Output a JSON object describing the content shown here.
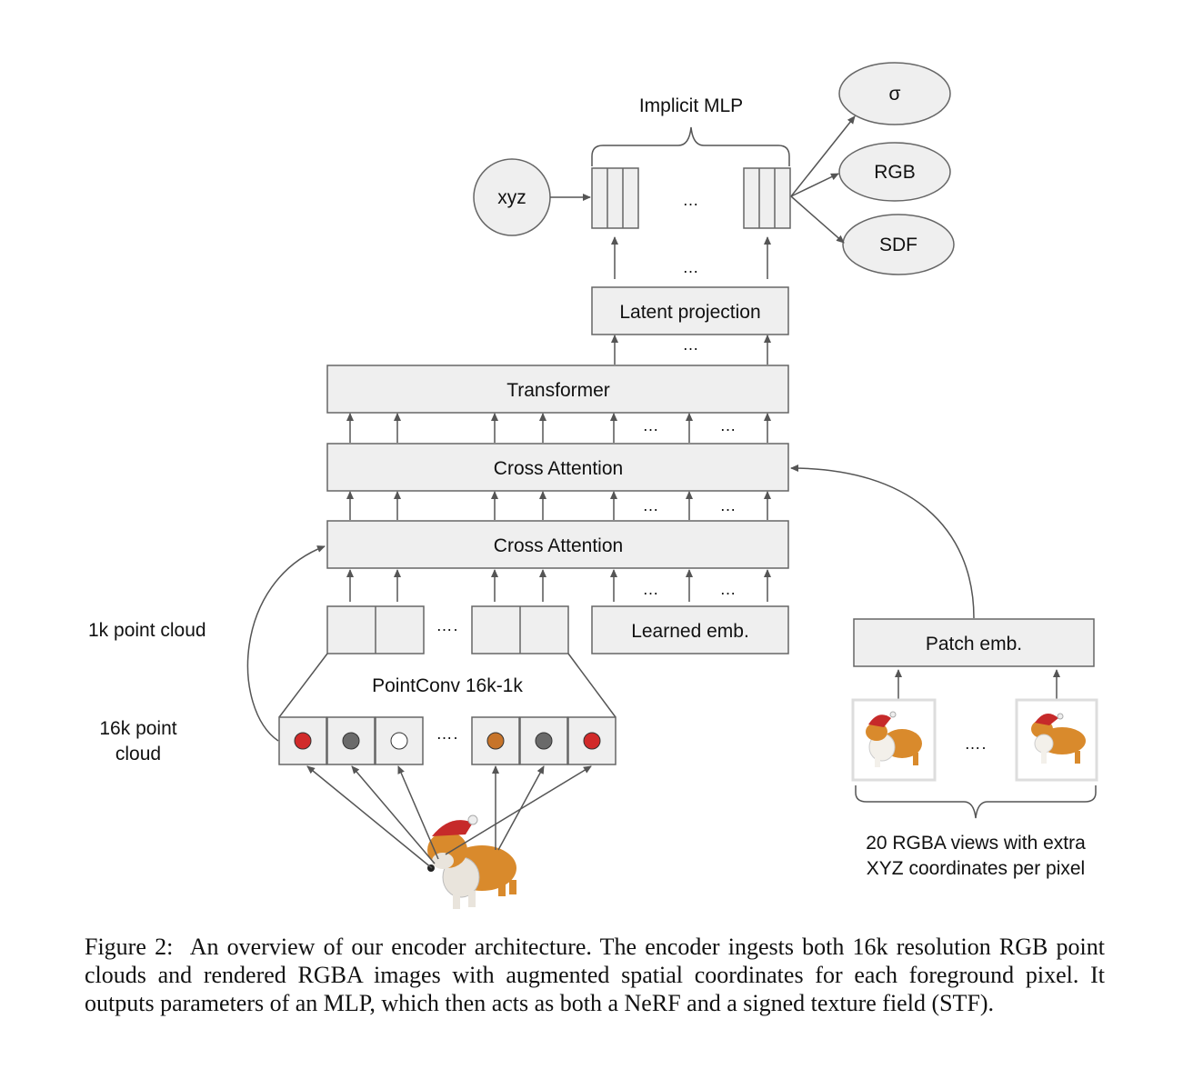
{
  "figure": {
    "labels": {
      "implicit_mlp": "Implicit MLP",
      "xyz": "xyz",
      "sigma": "σ",
      "rgb": "RGB",
      "sdf": "SDF",
      "latent_projection": "Latent projection",
      "transformer": "Transformer",
      "cross_attention_top": "Cross Attention",
      "cross_attention_bottom": "Cross Attention",
      "learned_emb": "Learned emb.",
      "point_cloud_1k": "1k point cloud",
      "pointconv": "PointConv 16k-1k",
      "point_cloud_16k_line1": "16k point",
      "point_cloud_16k_line2": "cloud",
      "patch_emb": "Patch emb.",
      "views_line1": "20 RGBA views with extra",
      "views_line2": "XYZ coordinates per pixel"
    },
    "ellipsis": "…",
    "dots4": "….",
    "point_colors": [
      "#d12a2a",
      "#6a6a6a",
      "#ffffff",
      "#c7742a",
      "#6a6a6a",
      "#d12a2a"
    ],
    "colors": {
      "box_fill": "#efefef",
      "box_stroke": "#666666",
      "corgi_orange": "#d98a2c"
    }
  },
  "caption": {
    "label": "Figure 2:",
    "text": "An overview of our encoder architecture. The encoder ingests both 16k resolution RGB point clouds and rendered RGBA images with augmented spatial coordinates for each foreground pixel. It outputs parameters of an MLP, which then acts as both a NeRF and a signed texture field (STF)."
  }
}
